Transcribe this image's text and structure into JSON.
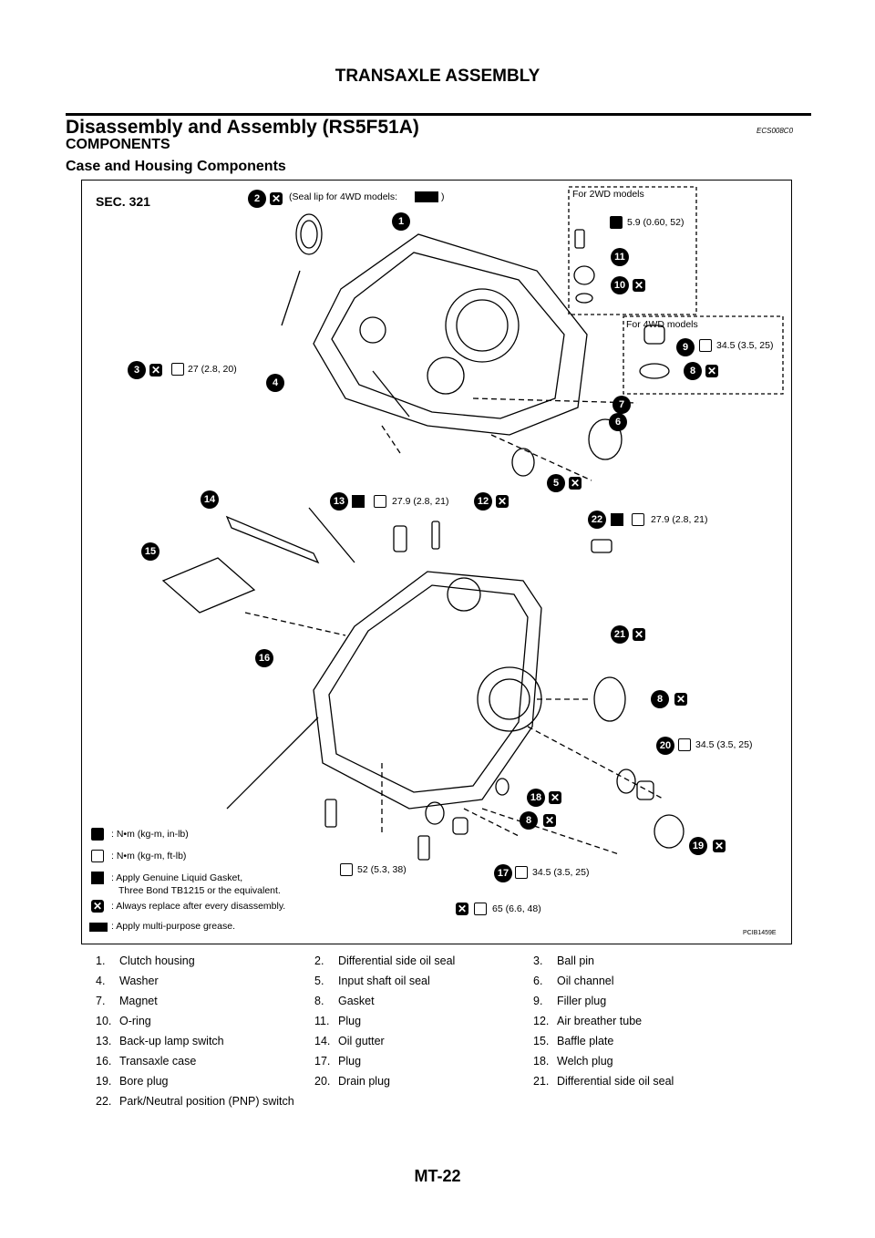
{
  "header": {
    "title": "TRANSAXLE ASSEMBLY"
  },
  "section": {
    "title": "Disassembly and Assembly (RS5F51A)",
    "code": "ECS008C0",
    "subhead": "COMPONENTS",
    "subsubhead": "Case and Housing Components"
  },
  "figure": {
    "sec": "SEC. 321",
    "seal_lip_note": "(Seal lip for 4WD models:",
    "seal_lip_close": ")",
    "box_2wd": "For 2WD models",
    "box_4wd": "For 4WD models",
    "torque_2wd": "5.9 (0.60, 52)",
    "torque_9": "34.5 (3.5, 25)",
    "torque_3": "27 (2.8, 20)",
    "torque_13": "27.9 (2.8, 21)",
    "torque_22": "27.9 (2.8, 21)",
    "torque_20": "34.5 (3.5, 25)",
    "torque_bolt": "52 (5.3, 38)",
    "torque_17": "34.5 (3.5, 25)",
    "torque_drain": "65 (6.6, 48)",
    "code": "PCIB1459E",
    "callouts": [
      "1",
      "2",
      "3",
      "4",
      "5",
      "6",
      "7",
      "8",
      "9",
      "10",
      "11",
      "12",
      "13",
      "14",
      "15",
      "16",
      "17",
      "18",
      "19",
      "20",
      "21",
      "22"
    ],
    "legend": [
      ": N•m (kg-m, in-lb)",
      ": N•m (kg-m, ft-lb)",
      ": Apply Genuine Liquid Gasket,",
      "Three Bond TB1215 or the equivalent.",
      ": Always replace after every disassembly.",
      ": Apply multi-purpose grease."
    ]
  },
  "parts": [
    [
      "1.",
      "Clutch housing",
      "2.",
      "Differential side oil seal",
      "3.",
      "Ball pin"
    ],
    [
      "4.",
      "Washer",
      "5.",
      "Input shaft oil seal",
      "6.",
      "Oil channel"
    ],
    [
      "7.",
      "Magnet",
      "8.",
      "Gasket",
      "9.",
      "Filler plug"
    ],
    [
      "10.",
      "O-ring",
      "11.",
      "Plug",
      "12.",
      "Air breather tube"
    ],
    [
      "13.",
      "Back-up lamp switch",
      "14.",
      "Oil gutter",
      "15.",
      "Baffle plate"
    ],
    [
      "16.",
      "Transaxle case",
      "17.",
      "Plug",
      "18.",
      "Welch plug"
    ],
    [
      "19.",
      "Bore plug",
      "20.",
      "Drain plug",
      "21.",
      "Differential side oil seal"
    ],
    [
      "22.",
      "Park/Neutral position (PNP) switch",
      "",
      "",
      "",
      ""
    ]
  ],
  "footer": {
    "page": "MT-22"
  }
}
